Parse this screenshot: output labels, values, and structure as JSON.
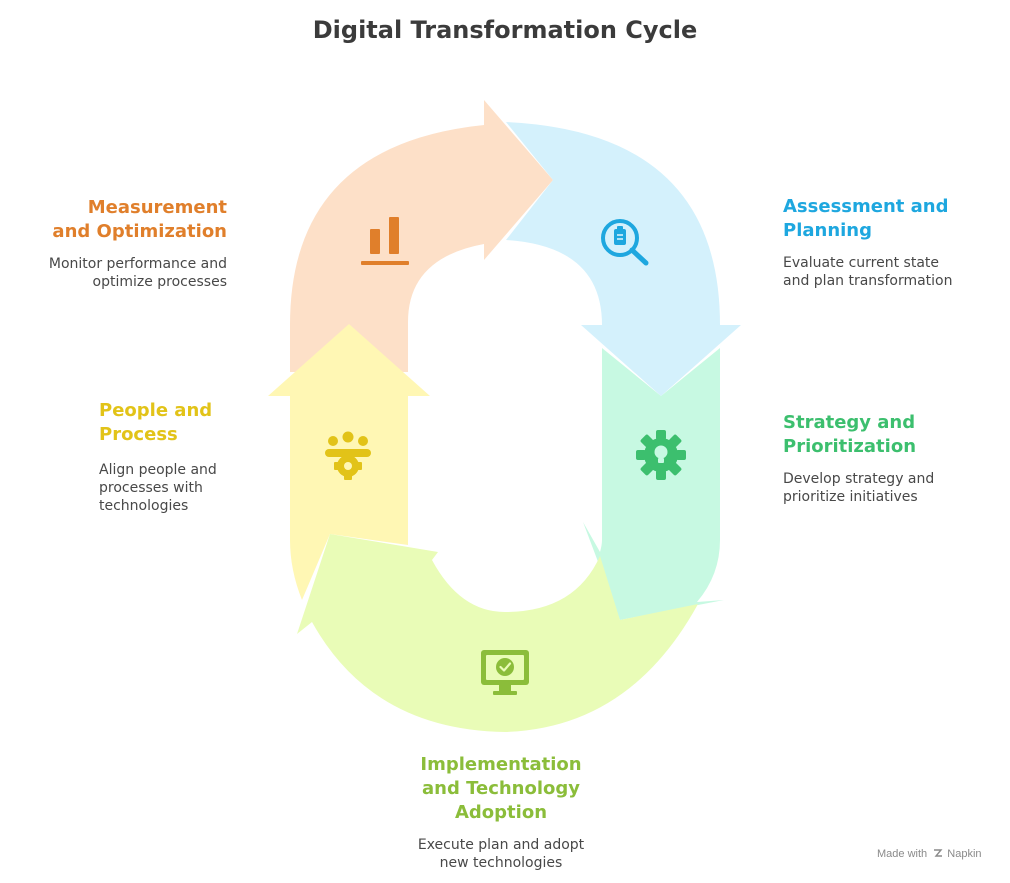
{
  "title": "Digital Transformation Cycle",
  "colors": {
    "measurement": "#e07f2b",
    "assessment": "#1ea7df",
    "strategy": "#3cbf6e",
    "implementation": "#8bbd3a",
    "people": "#e2c318"
  },
  "stages": {
    "measurement": {
      "title_lines": [
        "Measurement",
        "and Optimization"
      ],
      "desc_lines": [
        "Monitor performance and",
        "optimize processes"
      ],
      "icon": "bar-chart-icon"
    },
    "assessment": {
      "title_lines": [
        "Assessment and",
        "Planning"
      ],
      "desc_lines": [
        "Evaluate current state",
        "and plan transformation"
      ],
      "icon": "magnifier-clipboard-icon"
    },
    "strategy": {
      "title_lines": [
        "Strategy and",
        "Prioritization"
      ],
      "desc_lines": [
        "Develop strategy and",
        "prioritize initiatives"
      ],
      "icon": "gear-bulb-icon"
    },
    "implementation": {
      "title_lines": [
        "Implementation",
        "and Technology",
        "Adoption"
      ],
      "desc_lines": [
        "Execute plan and adopt",
        "new technologies"
      ],
      "icon": "monitor-check-icon"
    },
    "people": {
      "title_lines": [
        "People and",
        "Process"
      ],
      "desc_lines": [
        "Align people and",
        "processes with",
        "technologies"
      ],
      "icon": "team-gear-icon"
    }
  },
  "footer": {
    "made_with": "Made with",
    "brand": "Napkin"
  }
}
